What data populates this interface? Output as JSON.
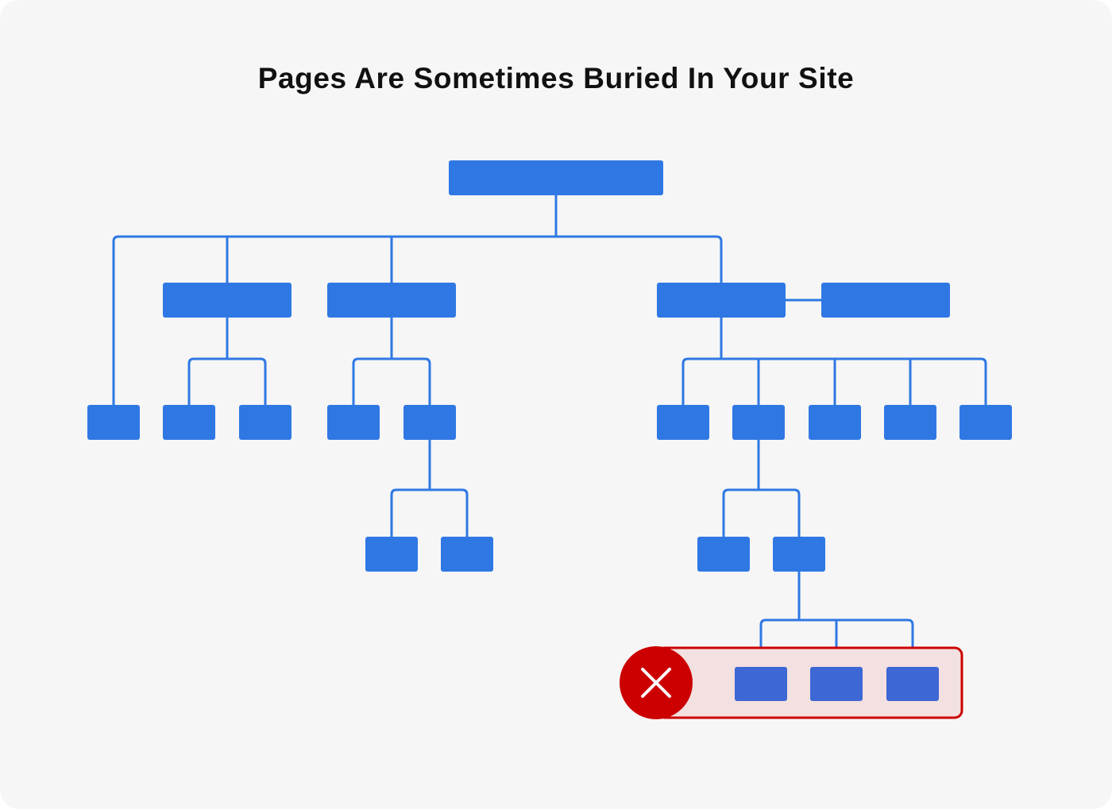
{
  "title": "Pages Are Sometimes Buried In Your Site",
  "colors": {
    "background": "#f6f6f6",
    "node": "#2f78e4",
    "buried_node": "#3d67d4",
    "connector": "#2f78e4",
    "warning": "#cc0000",
    "warning_fill": "#f3e0e0",
    "warning_icon_mark": "#ffffff",
    "title_text": "#111111"
  },
  "icons": {
    "warning": "close-x-icon"
  },
  "tree": {
    "id": "home",
    "children": [
      {
        "id": "leaf-a"
      },
      {
        "id": "section-1",
        "children": [
          {
            "id": "leaf-b"
          },
          {
            "id": "leaf-c"
          }
        ]
      },
      {
        "id": "section-2",
        "children": [
          {
            "id": "leaf-d"
          },
          {
            "id": "sub-e",
            "children": [
              {
                "id": "leaf-f"
              },
              {
                "id": "leaf-g"
              }
            ]
          }
        ]
      },
      {
        "id": "section-3",
        "linked_sibling": "section-3-peer",
        "children": [
          {
            "id": "leaf-h"
          },
          {
            "id": "sub-i",
            "children": [
              {
                "id": "leaf-j"
              },
              {
                "id": "sub-k",
                "children": [
                  {
                    "id": "buried-1",
                    "buried": true
                  },
                  {
                    "id": "buried-2",
                    "buried": true
                  },
                  {
                    "id": "buried-3",
                    "buried": true
                  }
                ]
              }
            ]
          },
          {
            "id": "leaf-l"
          },
          {
            "id": "leaf-m"
          },
          {
            "id": "leaf-n"
          }
        ]
      }
    ]
  }
}
